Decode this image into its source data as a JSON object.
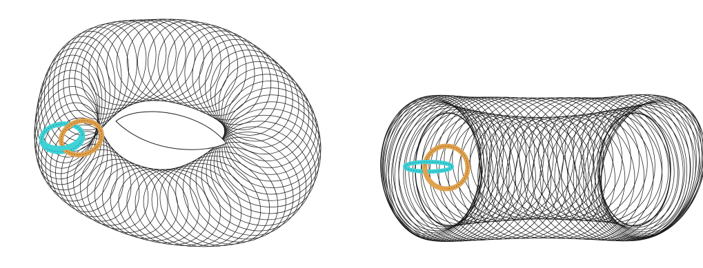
{
  "figure": {
    "background": "#ffffff",
    "panels": [
      {
        "id": "left",
        "view": "oblique",
        "wire_color": "#1a1a1a",
        "ring_a_color": "#3fd3d8",
        "ring_b_color": "#e0a24e"
      },
      {
        "id": "right",
        "view": "side",
        "wire_color": "#1a1a1a",
        "ring_a_color": "#3fd3d8",
        "ring_b_color": "#e0a24e"
      }
    ]
  }
}
